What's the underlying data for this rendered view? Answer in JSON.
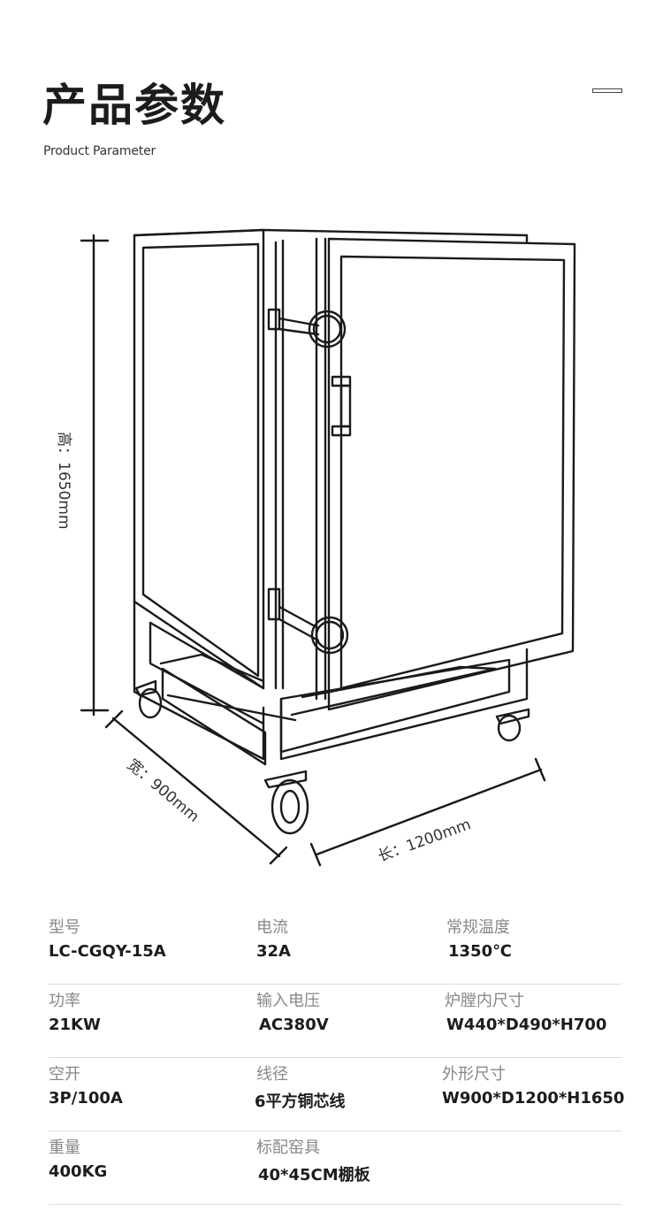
{
  "header": {
    "title": "产品参数",
    "subtitle": "Product Parameter"
  },
  "drawing": {
    "height_label": "高：1650mm",
    "width_label": "宽：900mm",
    "length_label": "长：1200mm"
  },
  "specs": [
    [
      {
        "label": "型号",
        "value": "LC-CGQY-15A"
      },
      {
        "label": "电流",
        "value": "32A"
      },
      {
        "label": "常规温度",
        "value": "1350℃"
      }
    ],
    [
      {
        "label": "功率",
        "value": "21KW"
      },
      {
        "label": "输入电压",
        "value": "AC380V"
      },
      {
        "label": "炉膛内尺寸",
        "value": "W440*D490*H700"
      }
    ],
    [
      {
        "label": "空开",
        "value": "3P/100A"
      },
      {
        "label": "线径",
        "value": "6平方铜芯线"
      },
      {
        "label": "外形尺寸",
        "value": "W900*D1200*H1650"
      }
    ],
    [
      {
        "label": "重量",
        "value": "400KG"
      },
      {
        "label": "标配窑具",
        "value": "40*45CM棚板"
      }
    ]
  ]
}
